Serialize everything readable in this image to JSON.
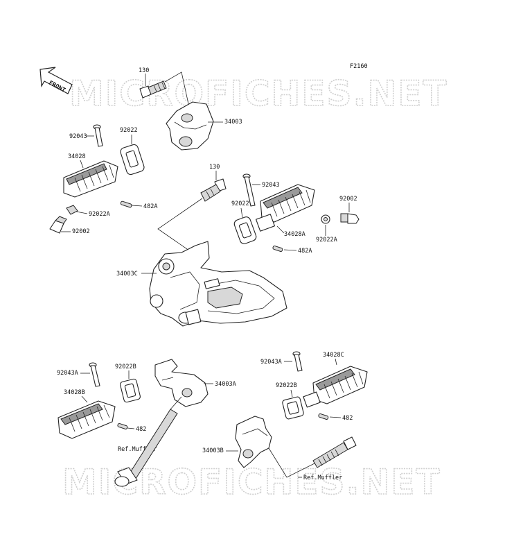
{
  "figure_code": "F2160",
  "front_label": "FRONT",
  "watermark": "MICROFICHES.NET",
  "labels": {
    "bolt_upper": "130",
    "bracket_upper": "34003",
    "pin_left": "92043",
    "spring_left": "92022",
    "peg_left": "34028",
    "snap_left": "482A",
    "bush_left": "92022A",
    "stop_left": "92002",
    "bolt_center": "130",
    "pin_right": "92043",
    "spring_right": "92022",
    "peg_right": "34028A",
    "stop_right": "92002",
    "bush_right": "92022A",
    "snap_right": "482A",
    "bracket_main": "34003C",
    "pin_lower_left": "92043A",
    "spring_lower_left": "92022B",
    "bracket_lower_left": "34003A",
    "peg_lower_left": "34028B",
    "snap_lower_left": "482",
    "ref_muffler_left": "Ref.Muffler",
    "pin_lower_right": "92043A",
    "peg_lower_right": "34028C",
    "spring_lower_right": "92022B",
    "snap_lower_right": "482",
    "bracket_lower_right": "34003B",
    "ref_muffler_right": "Ref.Muffler"
  }
}
